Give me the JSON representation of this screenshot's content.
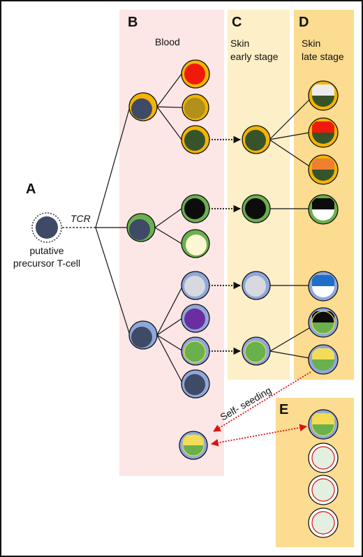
{
  "panels": {
    "a_letter": "A",
    "b_letter": "B",
    "c_letter": "C",
    "d_letter": "D",
    "e_letter": "E",
    "b_title": "Blood",
    "c_title_1": "Skin",
    "c_title_2": "early stage",
    "d_title_1": "Skin",
    "d_title_2": "late stage"
  },
  "labels": {
    "tcr": "TCR",
    "precursor_1": "putative",
    "precursor_2": "precursor T-cell",
    "self_seeding": "Self- seeding"
  },
  "colors": {
    "blood_bg": "#fde6e6",
    "skin_early_bg": "#fdefc8",
    "skin_late_bg": "#fbdc90",
    "orange_membrane": "#f3b500",
    "green_membrane": "#6ab04c",
    "blue_membrane": "#8fa8dc",
    "nucleus_gray": "#3e4a66",
    "dark_green": "#36532a",
    "self_seeding_arrow": "#dd1111"
  }
}
